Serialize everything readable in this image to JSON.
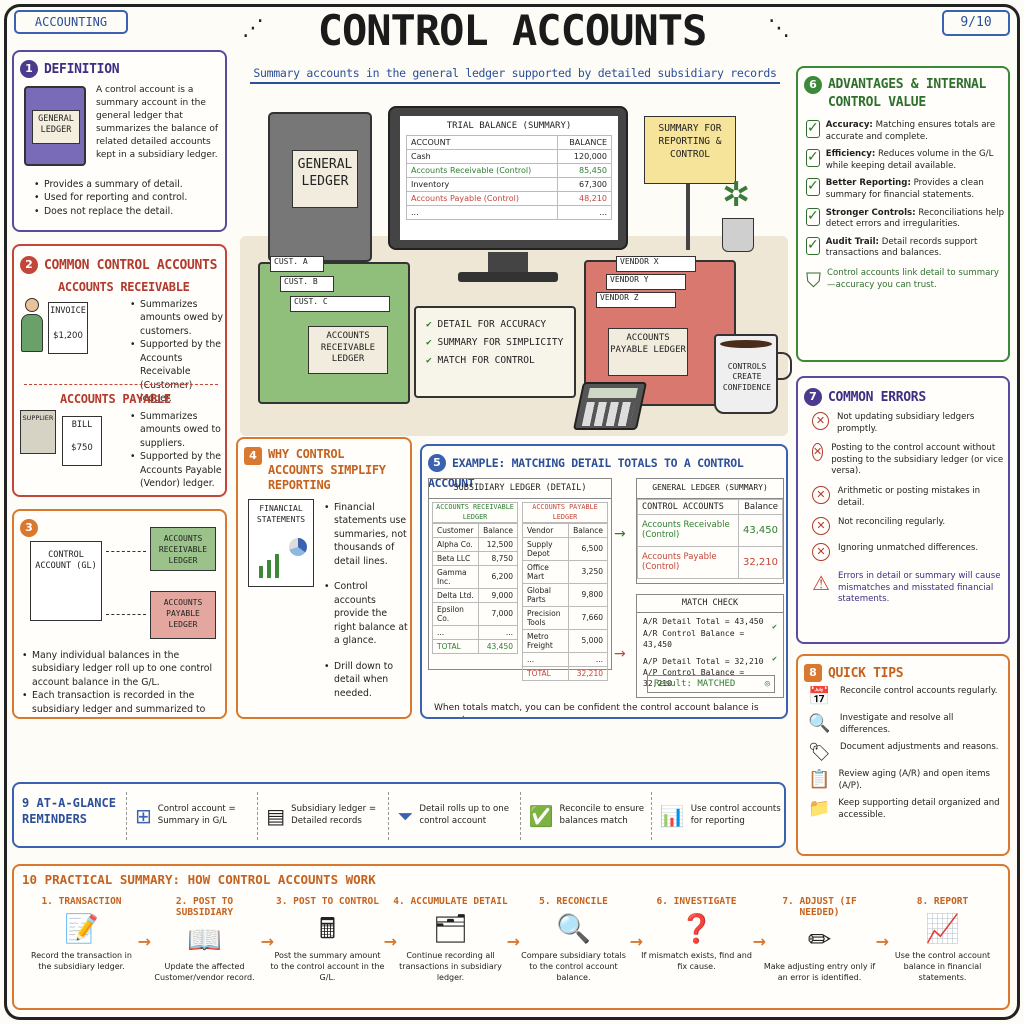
{
  "header": {
    "tag": "ACCOUNTING",
    "title": "CONTROL ACCOUNTS",
    "page": "9/10",
    "subtitle": "Summary accounts in the general ledger supported by detailed subsidiary records"
  },
  "illustration": {
    "book_label": "GENERAL LEDGER",
    "trial_title": "TRIAL BALANCE (SUMMARY)",
    "trial_head": [
      "ACCOUNT",
      "BALANCE"
    ],
    "trial_rows": [
      {
        "a": "Cash",
        "b": "120,000"
      },
      {
        "a": "Accounts Receivable (Control)",
        "b": "85,450"
      },
      {
        "a": "Inventory",
        "b": "67,300"
      },
      {
        "a": "Accounts Payable (Control)",
        "b": "48,210"
      },
      {
        "a": "...",
        "b": "..."
      }
    ],
    "sign": "SUMMARY FOR REPORTING & CONTROL",
    "ar_cards": [
      "CUST. A",
      "CUST. B",
      "CUST. C"
    ],
    "ar_label": "ACCOUNTS RECEIVABLE LEDGER",
    "ap_cards": [
      "VENDOR X",
      "VENDOR Y",
      "VENDOR Z"
    ],
    "ap_label": "ACCOUNTS PAYABLE LEDGER",
    "clip": [
      "DETAIL FOR ACCURACY",
      "SUMMARY FOR SIMPLICITY",
      "MATCH FOR CONTROL"
    ],
    "mug": "CONTROLS CREATE CONFIDENCE"
  },
  "s1": {
    "num": "1",
    "title": "DEFINITION",
    "book": "GENERAL LEDGER",
    "text": "A control account is a summary account in the general ledger that summarizes the balance of related detailed accounts kept in a subsidiary ledger.",
    "bullets": [
      "Provides a summary of detail.",
      "Used for reporting and control.",
      "Does not replace the detail."
    ]
  },
  "s2": {
    "num": "2",
    "title": "COMMON CONTROL ACCOUNTS",
    "ar_title": "ACCOUNTS RECEIVABLE",
    "invoice": "INVOICE",
    "invoice_amt": "$1,200",
    "ar_bullets": [
      "Summarizes amounts owed by customers.",
      "Supported by the Accounts Receivable (Customer) ledger."
    ],
    "ap_title": "ACCOUNTS PAYABLE",
    "supplier": "SUPPLIER",
    "bill": "BILL",
    "bill_amt": "$750",
    "ap_bullets": [
      "Summarizes amounts owed to suppliers.",
      "Supported by the Accounts Payable (Vendor) ledger."
    ]
  },
  "s3": {
    "num": "3",
    "doc": "CONTROL ACCOUNT (GL)",
    "ar": "ACCOUNTS RECEIVABLE LEDGER",
    "ap": "ACCOUNTS PAYABLE LEDGER",
    "bullets": [
      "Many individual balances in the subsidiary ledger roll up to one control account balance in the G/L.",
      "Each transaction is recorded in the subsidiary ledger and summarized to the control account."
    ]
  },
  "s4": {
    "num": "4",
    "title": "WHY CONTROL ACCOUNTS SIMPLIFY REPORTING",
    "doc": "FINANCIAL STATEMENTS",
    "bullets": [
      "Financial statements use summaries, not thousands of detail lines.",
      "Control accounts provide the right balance at a glance.",
      "Drill down to detail when needed."
    ]
  },
  "s5": {
    "num": "5",
    "title": "EXAMPLE: MATCHING DETAIL TOTALS TO A CONTROL ACCOUNT",
    "sub_title": "SUBSIDIARY LEDGER (DETAIL)",
    "ar_title": "ACCOUNTS RECEIVABLE LEDGER",
    "ar_head": [
      "Customer",
      "Balance"
    ],
    "ar_rows": [
      [
        "Alpha Co.",
        "12,500"
      ],
      [
        "Beta LLC",
        "8,750"
      ],
      [
        "Gamma Inc.",
        "6,200"
      ],
      [
        "Delta Ltd.",
        "9,000"
      ],
      [
        "Epsilon Co.",
        "7,000"
      ],
      [
        "...",
        "..."
      ]
    ],
    "ar_total": [
      "TOTAL",
      "43,450"
    ],
    "ap_title": "ACCOUNTS PAYABLE LEDGER",
    "ap_head": [
      "Vendor",
      "Balance"
    ],
    "ap_rows": [
      [
        "Supply Depot",
        "6,500"
      ],
      [
        "Office Mart",
        "3,250"
      ],
      [
        "Global Parts",
        "9,800"
      ],
      [
        "Precision Tools",
        "7,660"
      ],
      [
        "Metro Freight",
        "5,000"
      ],
      [
        "...",
        "..."
      ]
    ],
    "ap_total": [
      "TOTAL",
      "32,210"
    ],
    "gl_title": "GENERAL LEDGER (SUMMARY)",
    "gl_head": [
      "CONTROL ACCOUNTS",
      "Balance"
    ],
    "gl_rows": [
      [
        "Accounts Receivable (Control)",
        "43,450"
      ],
      [
        "Accounts Payable (Control)",
        "32,210"
      ]
    ],
    "match_title": "MATCH CHECK",
    "match_lines": [
      "A/R Detail Total = 43,450",
      "A/R Control Balance = 43,450",
      "A/P Detail Total = 32,210",
      "A/P Control Balance = 32,210"
    ],
    "result": "Result: MATCHED",
    "footer": "When totals match, you can be confident the control account balance is correct."
  },
  "s6": {
    "num": "6",
    "title": "ADVANTAGES & INTERNAL CONTROL VALUE",
    "items": [
      {
        "k": "Accuracy:",
        "v": "Matching ensures totals are accurate and complete."
      },
      {
        "k": "Efficiency:",
        "v": "Reduces volume in the G/L while keeping detail available."
      },
      {
        "k": "Better Reporting:",
        "v": "Provides a clean summary for financial statements."
      },
      {
        "k": "Stronger Controls:",
        "v": "Reconciliations help detect errors and irregularities."
      },
      {
        "k": "Audit Trail:",
        "v": "Detail records support transactions and balances."
      }
    ],
    "footer": "Control accounts link detail to summary—accuracy you can trust."
  },
  "s7": {
    "num": "7",
    "title": "COMMON ERRORS",
    "items": [
      "Not updating subsidiary ledgers promptly.",
      "Posting to the control account without posting to the subsidiary ledger (or vice versa).",
      "Arithmetic or posting mistakes in detail.",
      "Not reconciling regularly.",
      "Ignoring unmatched differences."
    ],
    "warning": "Errors in detail or summary will cause mismatches and misstated financial statements."
  },
  "s8": {
    "num": "8",
    "title": "QUICK TIPS",
    "items": [
      "Reconcile control accounts regularly.",
      "Investigate and resolve all differences.",
      "Document adjustments and reasons.",
      "Review aging (A/R) and open items (A/P).",
      "Keep supporting detail organized and accessible."
    ]
  },
  "s9": {
    "num": "9",
    "title": "AT-A-GLANCE REMINDERS",
    "items": [
      "Control account = Summary in G/L",
      "Subsidiary ledger = Detailed records",
      "Detail rolls up to one control account",
      "Reconcile to ensure balances match",
      "Use control accounts for reporting"
    ]
  },
  "s10": {
    "num": "10",
    "title": "PRACTICAL SUMMARY: HOW CONTROL ACCOUNTS WORK",
    "steps": [
      {
        "t": "1. TRANSACTION",
        "d": "Record the transaction in the subsidiary ledger."
      },
      {
        "t": "2. POST TO SUBSIDIARY",
        "d": "Update the affected Customer/vendor record."
      },
      {
        "t": "3. POST TO CONTROL",
        "d": "Post the summary amount to the control account in the G/L."
      },
      {
        "t": "4. ACCUMULATE DETAIL",
        "d": "Continue recording all transactions in subsidiary ledger."
      },
      {
        "t": "5. RECONCILE",
        "d": "Compare subsidiary totals to the control account balance."
      },
      {
        "t": "6. INVESTIGATE",
        "d": "If mismatch exists, find and fix cause."
      },
      {
        "t": "7. ADJUST (IF NEEDED)",
        "d": "Make adjusting entry only if an error is identified."
      },
      {
        "t": "8. REPORT",
        "d": "Use the control account balance in financial statements."
      }
    ]
  }
}
